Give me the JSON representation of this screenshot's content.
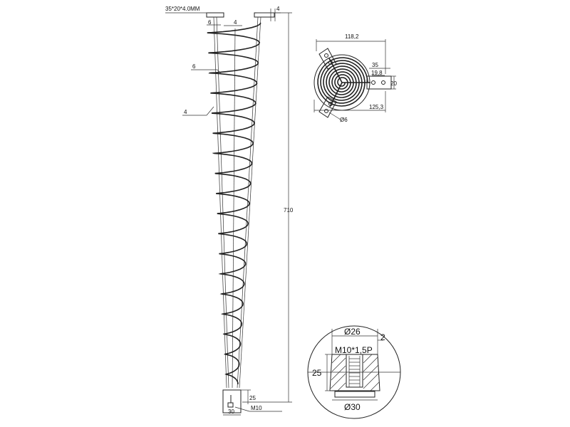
{
  "main_view": {
    "plate_spec": "35*20*4.0MM",
    "top_dims": {
      "plate_thickness": "4",
      "left_offset": "6",
      "inner_offset": "4"
    },
    "wire_dims": {
      "coil_wire": "6",
      "rod_wire": "4"
    },
    "height": "710",
    "foot": {
      "height": "25",
      "width": "30",
      "thread": "M10"
    }
  },
  "top_view": {
    "overall_width": "118,2",
    "diameter": "125,3",
    "tab_length": "35",
    "hole_spacing": "19,8",
    "tab_width": "20",
    "hole_diameter": "Ø6"
  },
  "detail_view": {
    "top_diameter": "Ø26",
    "thread": "M10*1,5P",
    "height": "25",
    "bottom_diameter": "Ø30",
    "top_gap": "2"
  }
}
